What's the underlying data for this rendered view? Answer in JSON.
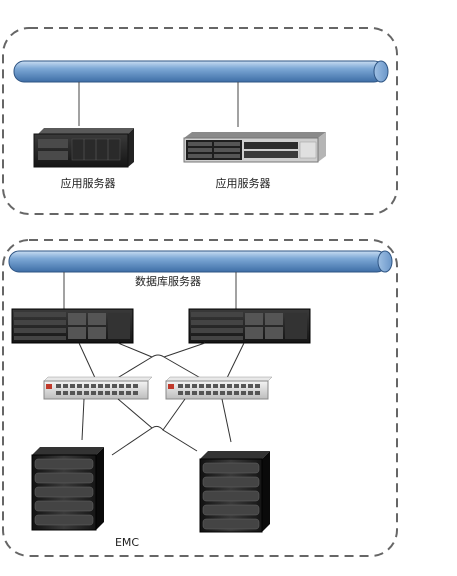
{
  "top_section": {
    "server_labels": [
      "应用服务器",
      "应用服务器"
    ]
  },
  "bottom_section": {
    "db_label": "数据库服务器",
    "storage_label": "EMC"
  },
  "colors": {
    "bus": "#4f7fb5",
    "bus_highlight": "#b7d2ee",
    "border": "#666666"
  }
}
